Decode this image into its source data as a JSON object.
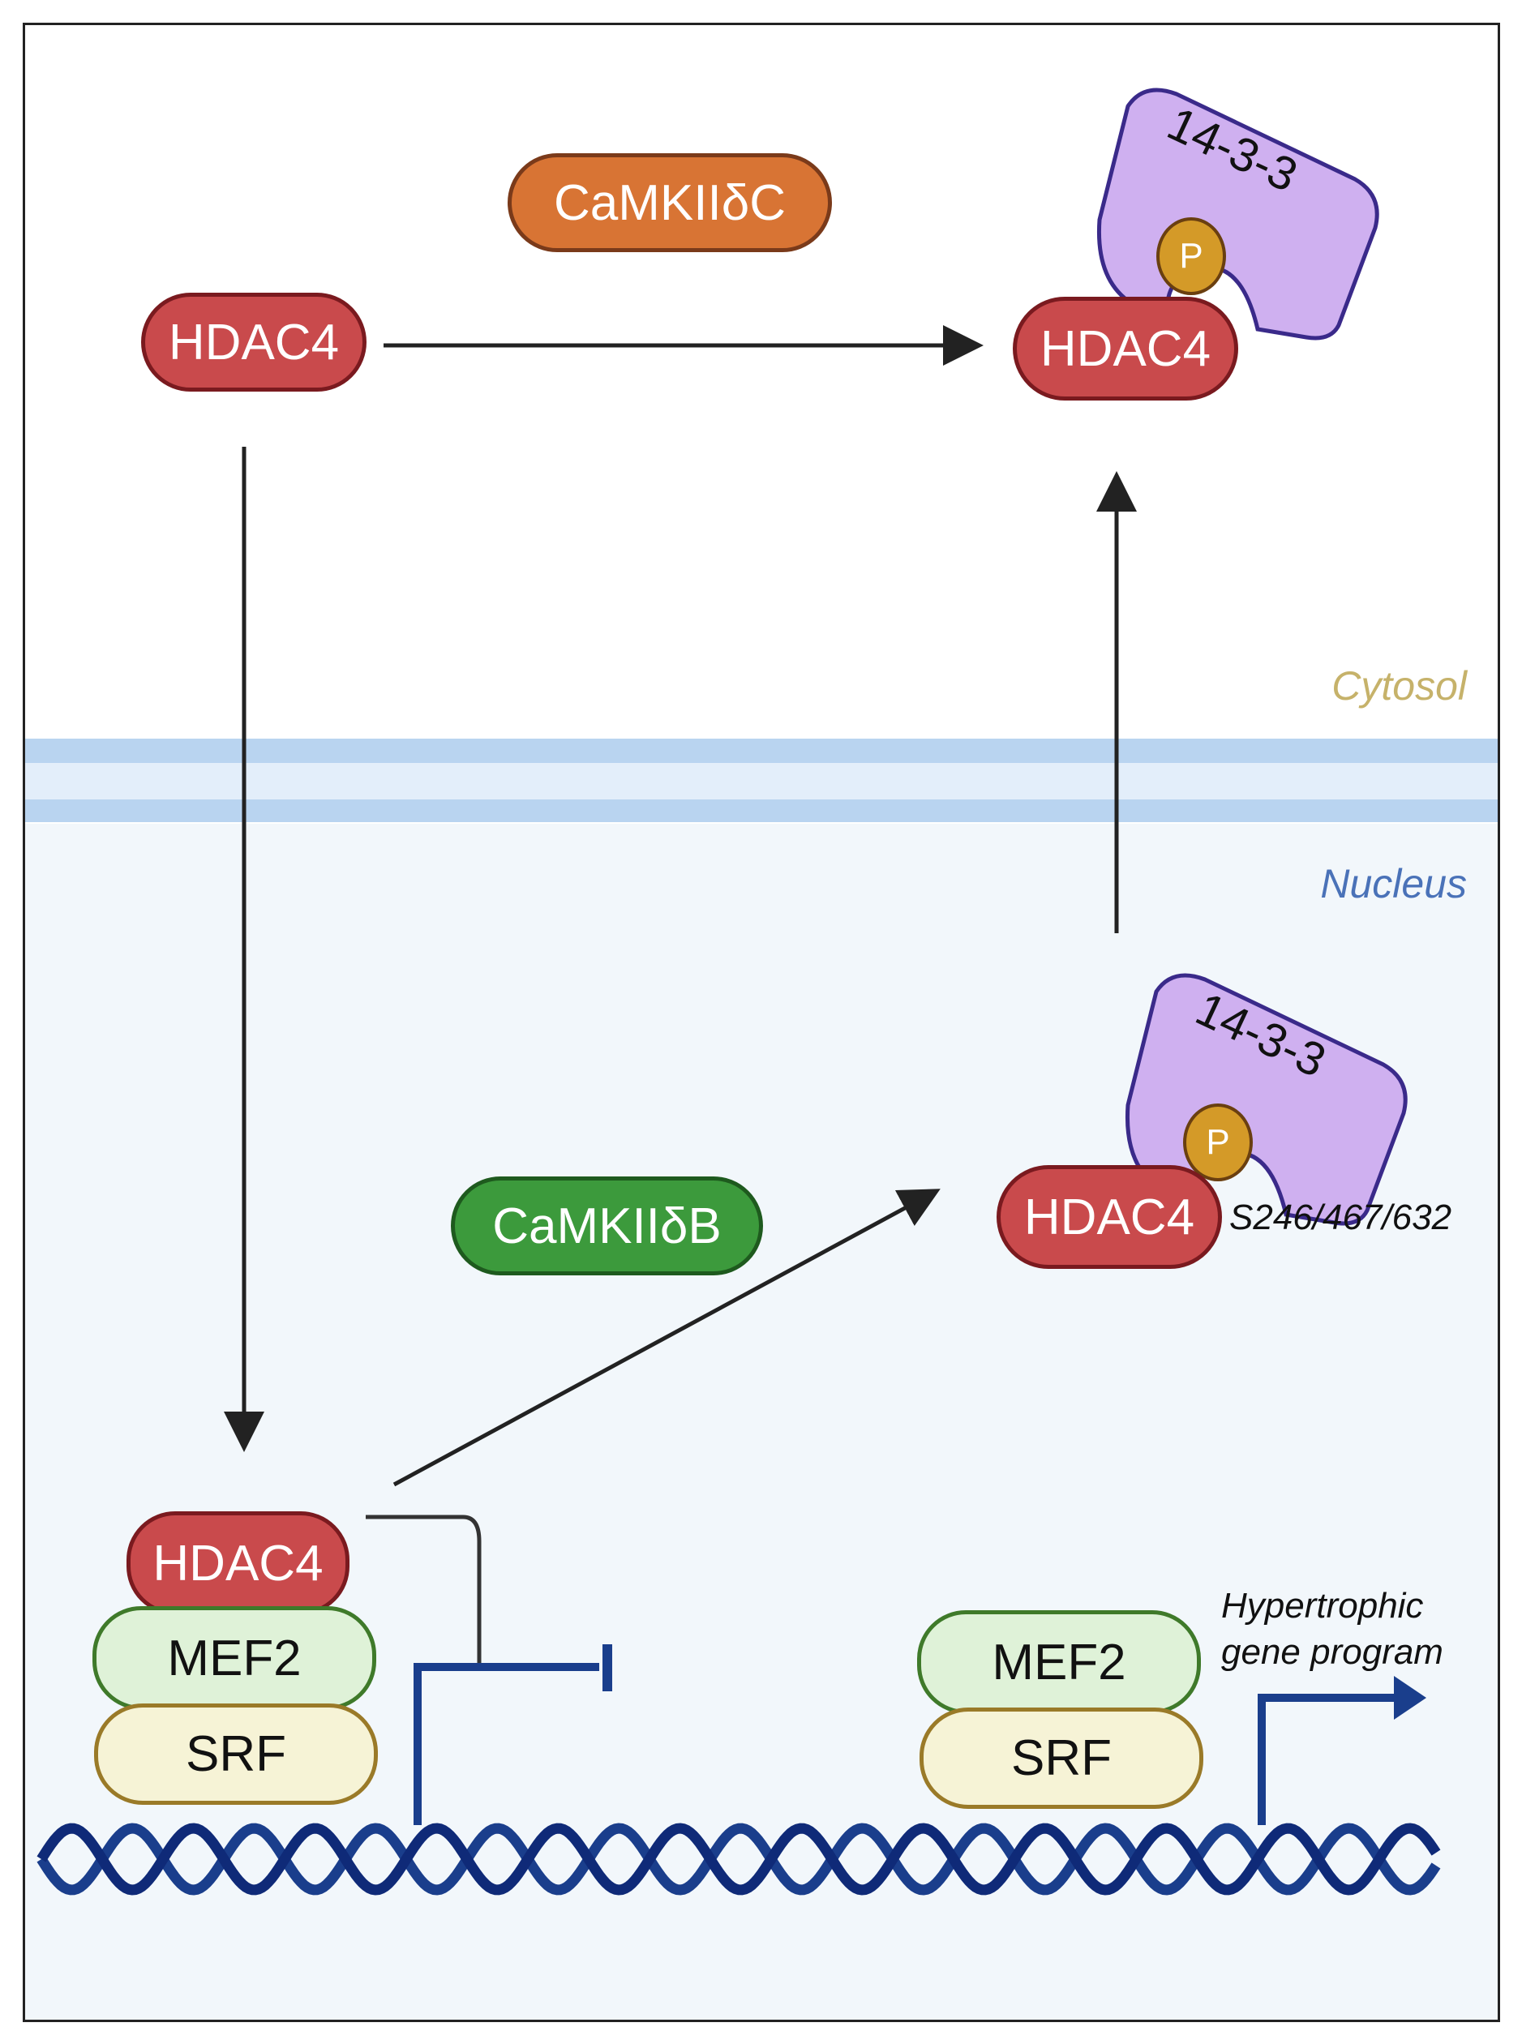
{
  "diagram": {
    "title": "HDAC4 nuclear export by CaMKIIδ signaling",
    "colors": {
      "hdac4": "#c94a4c",
      "camkii_delta_c": "#d87434",
      "camkii_delta_b": "#3c9a3c",
      "mef2": "#dff2d8",
      "srf": "#f6f3d6",
      "protein_14_3_3": "#cfb0f0",
      "phospho": "#d49a28",
      "dna": "#1a3e8c",
      "membrane": "#b9d4f0"
    },
    "regions": {
      "cytosol": "Cytosol",
      "nucleus": "Nucleus"
    },
    "cytosol": {
      "kinase": "CaMKIIδC",
      "hdac4_unbound": "HDAC4",
      "hdac4_bound": "HDAC4",
      "protein_14_3_3": "14-3-3",
      "phospho": "P"
    },
    "nucleus": {
      "kinase": "CaMKIIδB",
      "hdac4_phospho": "HDAC4",
      "phospho_sites": "S246/467/632",
      "protein_14_3_3": "14-3-3",
      "phospho": "P",
      "repressed_complex": {
        "hdac4": "HDAC4",
        "mef2": "MEF2",
        "srf": "SRF"
      },
      "active_complex": {
        "mef2": "MEF2",
        "srf": "SRF"
      },
      "gene_program_line1": "Hypertrophic",
      "gene_program_line2": "gene program"
    },
    "edges": [
      {
        "from": "cytosol HDAC4",
        "to": "HDAC4-14-3-3 (cytosol)",
        "type": "activation"
      },
      {
        "from": "cytosol HDAC4",
        "to": "nuclear HDAC4-MEF2-SRF",
        "type": "activation"
      },
      {
        "from": "nuclear HDAC4-MEF2-SRF",
        "to": "phospho HDAC4-14-3-3 (nucleus)",
        "type": "activation"
      },
      {
        "from": "phospho HDAC4-14-3-3 (nucleus)",
        "to": "HDAC4-14-3-3 (cytosol)",
        "type": "activation"
      },
      {
        "from": "HDAC4 (repressed complex)",
        "to": "promoter",
        "type": "inhibition"
      },
      {
        "from": "MEF2-SRF",
        "to": "Hypertrophic gene program",
        "type": "activation"
      }
    ]
  }
}
